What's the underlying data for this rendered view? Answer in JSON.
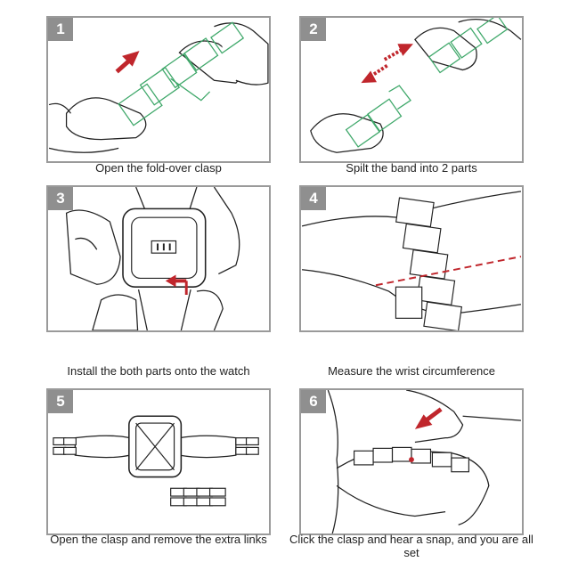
{
  "steps": [
    {
      "number": "1",
      "caption": "Open the fold-over clasp"
    },
    {
      "number": "2",
      "caption": "Spilt the band into 2 parts"
    },
    {
      "number": "3",
      "caption": "Install the both parts onto the watch"
    },
    {
      "number": "4",
      "caption": "Measure the wrist circumference"
    },
    {
      "number": "5",
      "caption": "Open the clasp and remove the extra links"
    },
    {
      "number": "6",
      "caption": "Click the clasp and hear a snap, and you are all set"
    }
  ],
  "colors": {
    "arrow": "#c0262c",
    "clasp_outline": "#3fa86a",
    "frame": "#9a9a9a",
    "badge": "#8f8f8f"
  }
}
